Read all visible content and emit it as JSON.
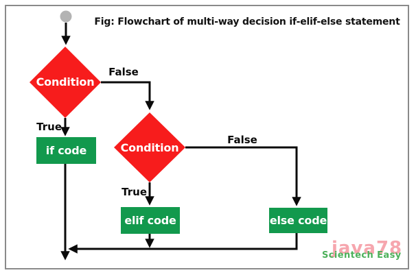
{
  "figure": {
    "title": "Fig: Flowchart of multi-way decision if-elif-else statement"
  },
  "flowchart": {
    "decisions": [
      {
        "label": "Condition",
        "true_label": "True",
        "false_label": "False"
      },
      {
        "label": "Condition",
        "true_label": "True",
        "false_label": "False"
      }
    ],
    "process_boxes": [
      {
        "label": "if code"
      },
      {
        "label": "elif code"
      },
      {
        "label": "else code"
      }
    ]
  },
  "watermark": {
    "brand": "java78",
    "site_name": "Scientech Easy"
  },
  "colors": {
    "decision_red": "#f71c1c",
    "process_green": "#12994d",
    "start_gray": "#b3b3b3",
    "line_black": "#0a0a0a",
    "title_text": "#121212",
    "frame_border": "#8a8a8a",
    "watermark_pink": "#f6a6ae",
    "watermark_green": "#4cb05a"
  }
}
